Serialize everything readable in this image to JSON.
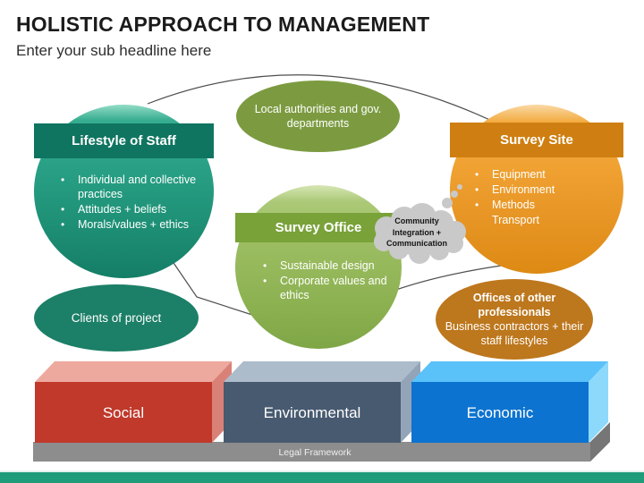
{
  "slide": {
    "title": "HOLISTIC APPROACH TO MANAGEMENT",
    "subtitle": "Enter your sub headline here"
  },
  "circles": [
    {
      "id": "lifestyle-of-staff",
      "title": "Lifestyle of Staff",
      "accent": "#0f7560",
      "items": [
        "Individual and collective practices",
        "Attitudes + beliefs",
        "Morals/values + ethics"
      ]
    },
    {
      "id": "survey-office",
      "title": "Survey Office",
      "accent": "#79a239",
      "items": [
        "Sustainable design",
        "Corporate values and ethics"
      ]
    },
    {
      "id": "survey-site",
      "title": "Survey Site",
      "accent": "#cf7f11",
      "items": [
        "Equipment",
        "Environment",
        "Methods",
        "Transport"
      ]
    }
  ],
  "ellipses": [
    {
      "id": "local-authorities",
      "text": "Local authorities and gov. departments",
      "color": "#7c9b41"
    },
    {
      "id": "clients-of-project",
      "text": "Clients of project",
      "color": "#1c7f67"
    },
    {
      "id": "offices-of-other-professionals",
      "title": "Offices of other professionals",
      "text": "Business contractors + their staff lifestyles",
      "color": "#bd771d"
    }
  ],
  "cloud": {
    "text": "Community\nIntegration +\nCommunication",
    "color": "#c9c9c9"
  },
  "pillars": [
    {
      "label": "Social",
      "colors": {
        "front": "#c0392b",
        "top": "#eea99f",
        "side": "#da8177"
      }
    },
    {
      "label": "Environmental",
      "colors": {
        "front": "#475a70",
        "top": "#adbccb",
        "side": "#93a4b8"
      }
    },
    {
      "label": "Economic",
      "colors": {
        "front": "#0d73d0",
        "top": "#5ac2f8",
        "side": "#8cd9fc"
      }
    }
  ],
  "base_bar": {
    "label": "Legal Framework",
    "colors": {
      "front": "#8d8d8d",
      "side": "#767676"
    }
  },
  "footer": {
    "color": "#1f9c7a"
  }
}
